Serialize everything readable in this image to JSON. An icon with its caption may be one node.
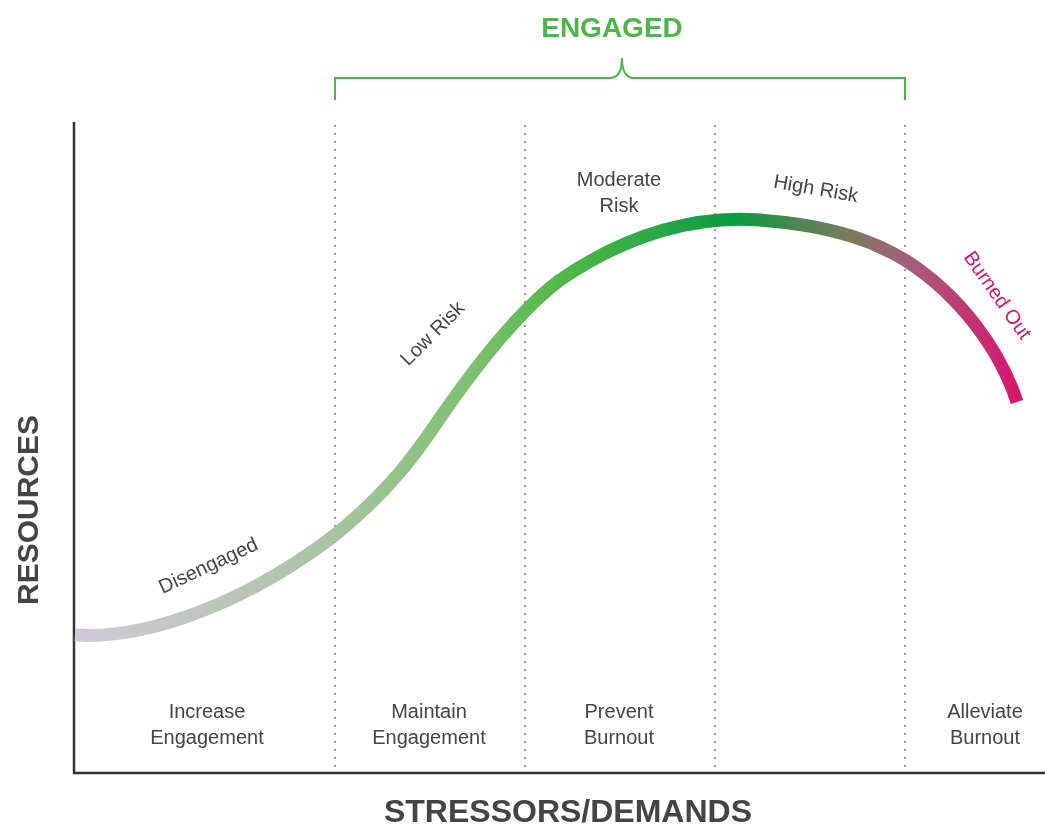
{
  "diagram": {
    "labels": [
      "ENGAGED",
      "Moderate Risk",
      "High Risk",
      "Low Risk",
      "Burned Out",
      "RESOURCES",
      "Disengaged",
      "Increase Engagement",
      "Maintain Engagement",
      "Prevent Burnout",
      "Alleviate Burnout",
      "STRESSORS/DEMANDS"
    ]
  }
}
